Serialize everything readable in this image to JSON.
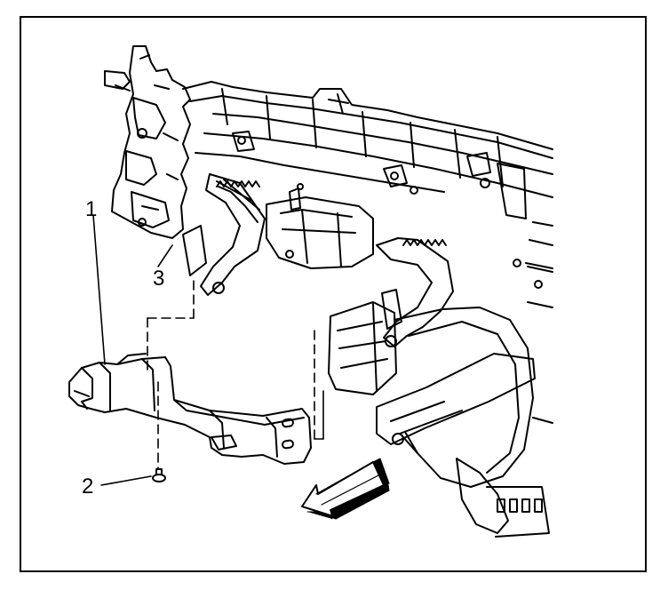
{
  "callouts": [
    {
      "id": "1",
      "label": "1"
    },
    {
      "id": "2",
      "label": "2"
    },
    {
      "id": "3",
      "label": "3"
    }
  ],
  "colors": {
    "line": "#000000",
    "background": "#ffffff"
  },
  "icons": {
    "direction": "forward-arrow-icon"
  }
}
